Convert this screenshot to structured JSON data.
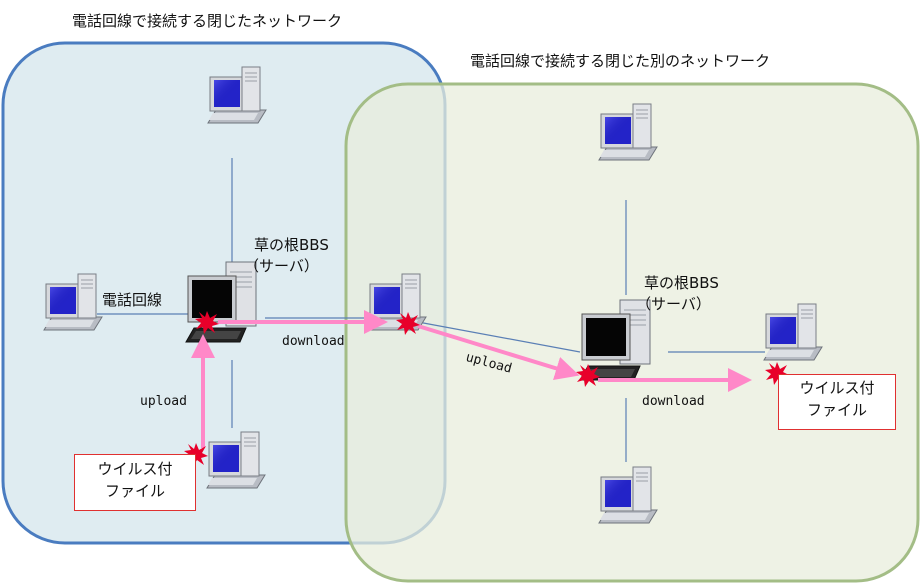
{
  "network1": {
    "title": "電話回線で接続する閉じたネットワーク",
    "fill": "#dbeaf0",
    "stroke": "#4a7cc0"
  },
  "network2": {
    "title": "電話回線で接続する閉じた別のネットワーク",
    "fill": "#e8eedc",
    "stroke": "#a3bd86"
  },
  "server1": {
    "name": "草の根BBS",
    "role": "（サーバ）"
  },
  "server2": {
    "name": "草の根BBS",
    "role": "（サーバ）"
  },
  "phone_line_label": "電話回線",
  "arrows": {
    "upload1": "upload",
    "download1": "download",
    "upload2": "upload",
    "download2": "download"
  },
  "virus_file": {
    "line1": "ウイルス付",
    "line2": "ファイル"
  },
  "colors": {
    "arrow": "#ff88c8",
    "burst": "#e8002a",
    "link": "#5a7fb5",
    "screen": "#3a3ac8"
  },
  "icons": [
    "desktop-computer-icon",
    "server-computer-icon",
    "virus-burst-icon"
  ]
}
